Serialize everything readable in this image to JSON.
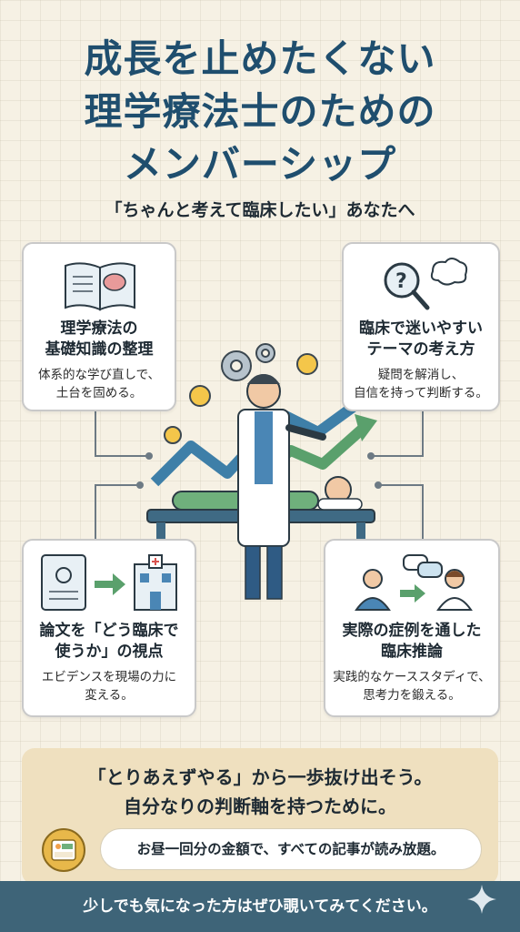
{
  "title": {
    "line1": "成長を止めたくない",
    "line2": "理学療法士のための",
    "line3": "メンバーシップ"
  },
  "subtitle": "「ちゃんと考えて臨床したい」あなたへ",
  "cards": [
    {
      "title1": "理学療法の",
      "title2": "基礎知識の整理",
      "desc1": "体系的な学び直しで、",
      "desc2": "土台を固める。",
      "icon": "open-book-brain-icon"
    },
    {
      "title1": "臨床で迷いやすい",
      "title2": "テーマの考え方",
      "desc1": "疑問を解消し、",
      "desc2": "自信を持って判断する。",
      "icon": "question-magnifier-icon"
    },
    {
      "title1": "論文を「どう臨床で",
      "title2": "使うか」の視点",
      "desc1": "エビデンスを現場の力に",
      "desc2": "変える。",
      "icon": "paper-to-hospital-icon"
    },
    {
      "title1": "実際の症例を通した",
      "title2": "臨床推論",
      "desc1": "実践的なケーススタディで、",
      "desc2": "思考力を鍛える。",
      "icon": "case-discussion-icon"
    }
  ],
  "bottom": {
    "line1": "「とりあえずやる」から一歩抜け出そう。",
    "line2": "自分なりの判断軸を持つために。",
    "pill": "お昼一回分の金額で、すべての記事が読み放題。",
    "icon": "bento-coin-icon"
  },
  "footer": "少しでも気になった方はぜひ覗いてみてください。",
  "colors": {
    "title": "#1f4e6e",
    "footer": "#3e6478",
    "accent_green": "#5aa06c",
    "accent_blue": "#3e7fa8"
  }
}
